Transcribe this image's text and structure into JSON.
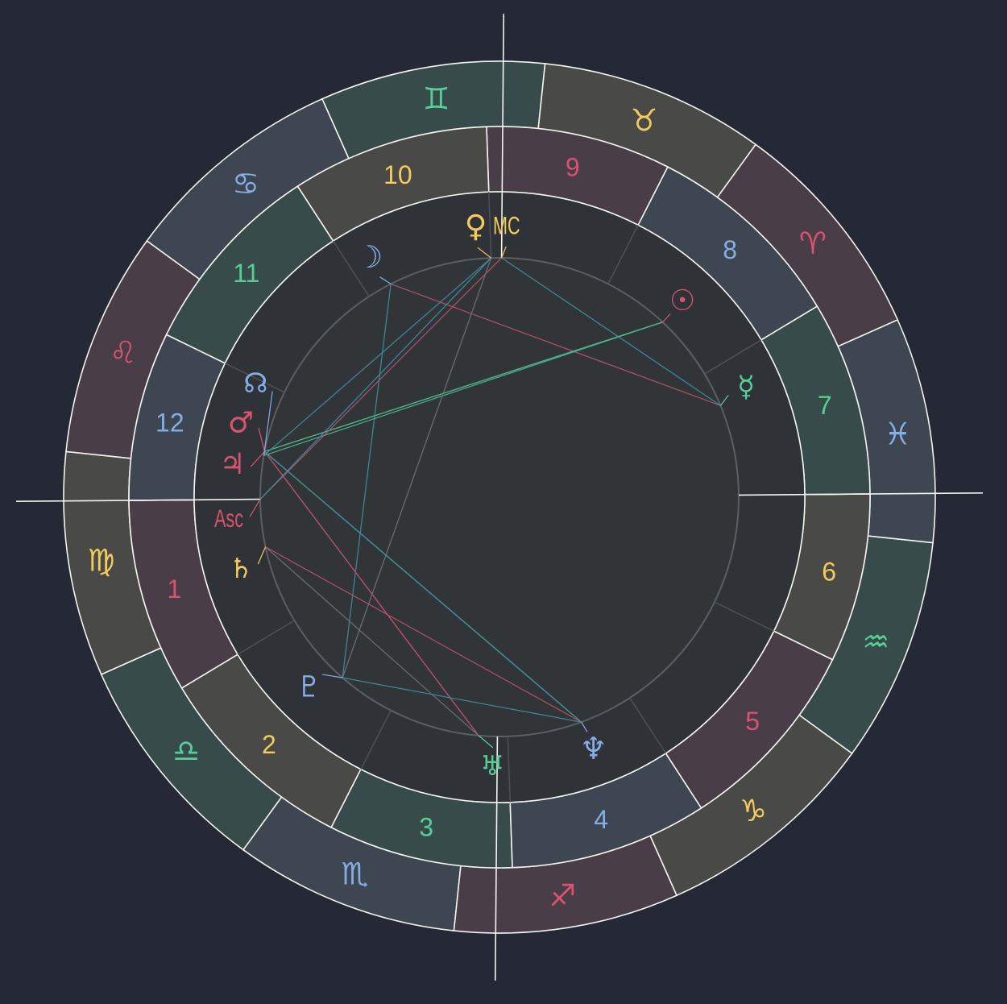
{
  "colors": {
    "background": "#252936",
    "red": "#d9536e",
    "yellow": "#f2cb5c",
    "green": "#55cf95",
    "blue": "#84aee6",
    "ring_line": "#f3f3ef",
    "inner_circle": "#5a5f63"
  },
  "zodiac_signs": [
    {
      "name": "aries",
      "glyph": "♈",
      "color": "#d9536e",
      "fill": "#493d47"
    },
    {
      "name": "taurus",
      "glyph": "♉",
      "color": "#f2cb5c",
      "fill": "#494a47"
    },
    {
      "name": "gemini",
      "glyph": "♊",
      "color": "#55cf95",
      "fill": "#384b4b"
    },
    {
      "name": "cancer",
      "glyph": "♋",
      "color": "#84aee6",
      "fill": "#3d4651"
    },
    {
      "name": "leo",
      "glyph": "♌",
      "color": "#d9536e",
      "fill": "#493d47"
    },
    {
      "name": "virgo",
      "glyph": "♍",
      "color": "#f2cb5c",
      "fill": "#494a47"
    },
    {
      "name": "libra",
      "glyph": "♎",
      "color": "#55cf95",
      "fill": "#384b4b"
    },
    {
      "name": "scorpio",
      "glyph": "♏",
      "color": "#84aee6",
      "fill": "#3d4651"
    },
    {
      "name": "sagittarius",
      "glyph": "♐",
      "color": "#d9536e",
      "fill": "#493d47"
    },
    {
      "name": "capricorn",
      "glyph": "♑",
      "color": "#f2cb5c",
      "fill": "#494a47"
    },
    {
      "name": "aquarius",
      "glyph": "♒",
      "color": "#55cf95",
      "fill": "#384b4b"
    },
    {
      "name": "pisces",
      "glyph": "♓",
      "color": "#84aee6",
      "fill": "#3d4651"
    }
  ],
  "houses": [
    {
      "number": "1",
      "color": "#d9536e",
      "fill": "#493d47"
    },
    {
      "number": "2",
      "color": "#f2cb5c",
      "fill": "#494a47"
    },
    {
      "number": "3",
      "color": "#55cf95",
      "fill": "#384b4b"
    },
    {
      "number": "4",
      "color": "#84aee6",
      "fill": "#3d4651"
    },
    {
      "number": "5",
      "color": "#d9536e",
      "fill": "#493d47"
    },
    {
      "number": "6",
      "color": "#f2cb5c",
      "fill": "#494a47"
    },
    {
      "number": "7",
      "color": "#55cf95",
      "fill": "#384b4b"
    },
    {
      "number": "8",
      "color": "#84aee6",
      "fill": "#3d4651"
    },
    {
      "number": "9",
      "color": "#d9536e",
      "fill": "#493d47"
    },
    {
      "number": "10",
      "color": "#f2cb5c",
      "fill": "#494a47"
    },
    {
      "number": "11",
      "color": "#55cf95",
      "fill": "#384b4b"
    },
    {
      "number": "12",
      "color": "#84aee6",
      "fill": "#3d4651"
    }
  ],
  "points": [
    {
      "name": "sun",
      "glyph": "☉",
      "color": "#d9536e"
    },
    {
      "name": "moon",
      "glyph": "☽",
      "color": "#84aee6"
    },
    {
      "name": "mercury",
      "glyph": "☿",
      "color": "#55cf95"
    },
    {
      "name": "venus",
      "glyph": "♀",
      "color": "#f2cb5c"
    },
    {
      "name": "mars",
      "glyph": "♂",
      "color": "#d9536e"
    },
    {
      "name": "jupiter",
      "glyph": "♃",
      "color": "#d9536e"
    },
    {
      "name": "saturn",
      "glyph": "♄",
      "color": "#f2cb5c"
    },
    {
      "name": "uranus",
      "glyph": "♅",
      "color": "#55cf95"
    },
    {
      "name": "neptune",
      "glyph": "♆",
      "color": "#84aee6"
    },
    {
      "name": "pluto",
      "glyph": "♇",
      "color": "#84aee6"
    },
    {
      "name": "north-node",
      "glyph": "☊",
      "color": "#84aee6"
    },
    {
      "name": "ascendant",
      "glyph": "Asc",
      "color": "#d9536e"
    },
    {
      "name": "midheaven",
      "glyph": "MC",
      "color": "#f2cb5c"
    }
  ],
  "aspect_colors": {
    "red": "#b9506a",
    "teal": "#3f8ea0",
    "green": "#4fb389",
    "gray": "#6d7378"
  }
}
